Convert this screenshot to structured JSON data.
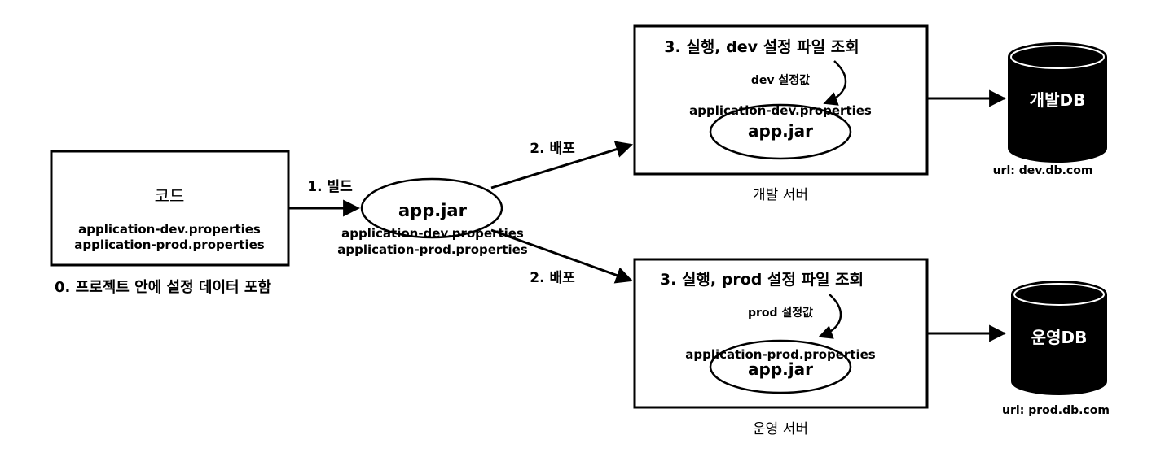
{
  "project": {
    "box_title": "코드",
    "file_dev": "application-dev.properties",
    "file_prod": "application-prod.properties",
    "caption": "0. 프로젝트 안에 설정 데이터 포함"
  },
  "build": {
    "label": "1. 빌드"
  },
  "artifact": {
    "name": "app.jar",
    "file_dev": "application-dev.properties",
    "file_prod": "application-prod.properties"
  },
  "deploy": {
    "label_dev": "2. 배포",
    "label_prod": "2. 배포"
  },
  "dev_server": {
    "heading": "3. 실행, dev 설정 파일 조회",
    "setting_label": "dev 설정값",
    "properties_file": "application-dev.properties",
    "jar": "app.jar",
    "caption": "개발 서버"
  },
  "prod_server": {
    "heading": "3. 실행, prod 설정 파일 조회",
    "setting_label": "prod 설정값",
    "properties_file": "application-prod.properties",
    "jar": "app.jar",
    "caption": "운영 서버"
  },
  "dev_db": {
    "name": "개발DB",
    "url": "url: dev.db.com"
  },
  "prod_db": {
    "name": "운영DB",
    "url": "url: prod.db.com"
  },
  "colors": {
    "stroke": "#000000",
    "background": "#ffffff",
    "db_fill": "#000000",
    "db_text": "#ffffff"
  }
}
